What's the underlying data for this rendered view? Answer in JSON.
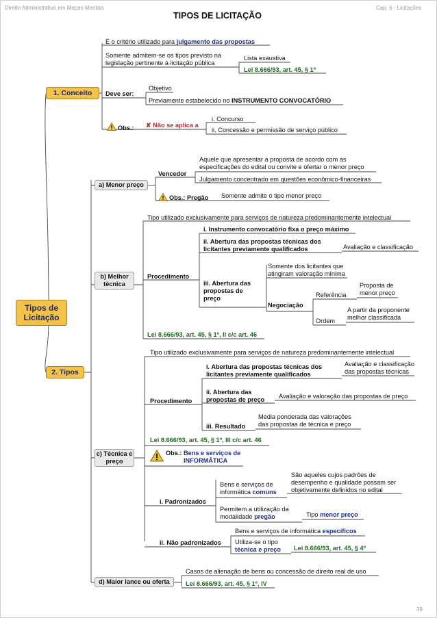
{
  "header": {
    "left": "Direito Administrativo em Mapas Mentais",
    "title": "TIPOS DE LICITAÇÃO",
    "right": "Cap. 6 - Licitações",
    "page_number": "39"
  },
  "root": "Tipos de Licitação",
  "conceito": {
    "label": "1. Conceito",
    "criterio_pre": "É o critério utilizado para ",
    "criterio_bold": "julgamento das propostas",
    "somente": "Somente admitem-se os tipos previsto na legislação pertinente à licitação pública",
    "lista": "Lista exaustiva",
    "lista_lei": "Lei 8.666/93, art. 45, § 1º",
    "deve_ser": "Deve ser:",
    "objetivo": "Objetivo",
    "previamente_pre": "Previamente estabelecido no ",
    "previamente_bold": "INSTRUMENTO CONVOCATÓRIO",
    "obs": "Obs.:",
    "nao_aplica": "✘ Não se aplica a",
    "concurso": "i. Concurso",
    "concessao": "ii. Concessão e permissão de serviço público"
  },
  "tipos": {
    "label": "2. Tipos",
    "menor_preco": {
      "label": "a) Menor preço",
      "vencedor": "Vencedor",
      "aquele": "Aquele que apresentar a proposta de acordo com as especificações do edital ou convite e ofertar o menor preço",
      "julgamento": "Julgamento concentrado em questões econômico-financeiras",
      "obs_pregao": "Obs.: Pregão",
      "somente_admite": "Somente admite o tipo menor preço"
    },
    "melhor_tecnica": {
      "label": "b) Melhor técnica",
      "tipo_exclusivo": "Tipo utilizado exclusivamente para serviços de natureza predominantemente intelectual",
      "procedimento": "Procedimento",
      "i": "i. Instrumento convocatório fixa o preço máximo",
      "ii": "ii. Abertura das propostas técnicas dos licitantes previamente qualificados",
      "avaliacao": "Avaliação e classificação",
      "iii": "iii. Abertura das propostas de preço",
      "somente_lic": "Somente dos licitantes que atingiram valoração mínima",
      "negociacao": "Negociação",
      "referencia": "Referência",
      "proposta_menor": "Proposta de menor preço",
      "ordem": "Ordem",
      "a_partir": "A partir da proponente melhor classificada",
      "lei": "Lei 8.666/93, art. 45, § 1º, II c/c art. 46"
    },
    "tecnica_preco": {
      "label": "c) Técnica e preço",
      "tipo_exclusivo": "Tipo utilizado exclusivamente para serviços de natureza predominantemente intelectual",
      "procedimento": "Procedimento",
      "i": "i. Abertura das propostas técnicas dos licitantes previamente qualificados",
      "avaliacao": "Avaliação e classificação das propostas técnicas",
      "ii": "ii. Abertura das propostas de preço",
      "avaliacao_valoracao": "Avaliação e valoração das propostas de preço",
      "iii": "iii. Resultado",
      "media": "Média ponderada das valorações das propostas de técnica e preço",
      "lei": "Lei 8.666/93, art. 45, § 1º, III c/c art. 46",
      "obs": "Obs.:",
      "obs_bens": "Bens e serviços de INFORMÁTICA",
      "padronizados": "i. Padronizados",
      "bens_comuns_pre": "Bens e serviços de informática ",
      "bens_comuns_bold": "comuns",
      "sao_aqueles": "São aqueles cujos padrões de desempenho e qualidade possam ser objetivamente definidos no edital",
      "permitem_pre": "Permitem a utilização da modalidade ",
      "permitem_bold": "pregão",
      "tipo_menor_pre": "Tipo ",
      "tipo_menor_bold": "menor preço",
      "nao_padronizados": "ii. Não padronizados",
      "bens_especificos_pre": "Bens e serviços de informática ",
      "bens_especificos_bold": "específicos",
      "utiliza_pre": "Utiliza-se o tipo ",
      "utiliza_bold": "técnica e preço",
      "utiliza_lei": "Lei 8.666/93, art. 45, § 4º"
    },
    "maior_lance": {
      "label": "d) Maior lance ou oferta",
      "casos": "Casos de alienação de bens ou concessão de direito real de uso",
      "lei": "Lei 8.666/93, art. 45, § 1º, IV"
    }
  },
  "colors": {
    "root_box": "#f4c24a",
    "branch_box": "#e9e9e9",
    "blue": "#1e2c8f",
    "red": "#c0282d",
    "green": "#1f6a1f"
  },
  "icons": [
    "warning-icon",
    "cross-icon"
  ]
}
